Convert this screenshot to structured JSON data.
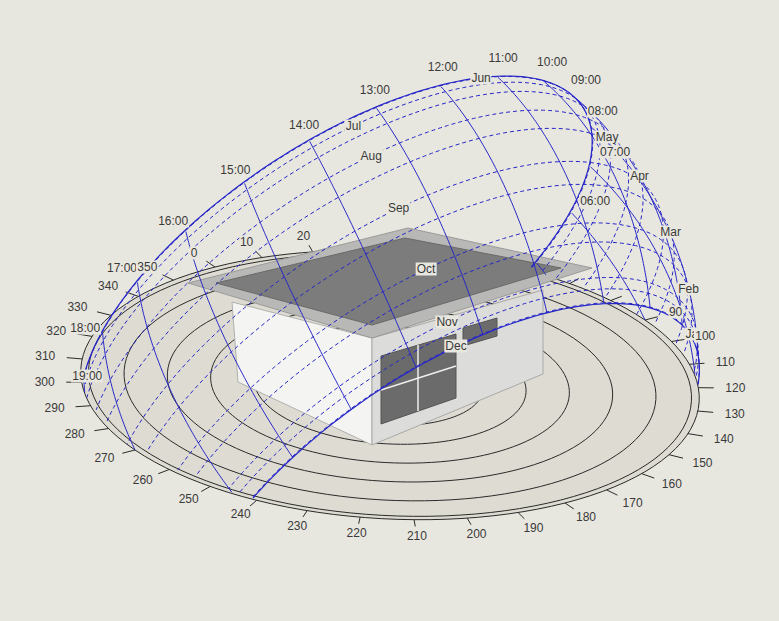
{
  "diagram": {
    "labels": [
      "06:00",
      "07:00",
      "08:00",
      "09:00",
      "10:00",
      "11:00",
      "12:00",
      "13:00",
      "14:00",
      "15:00",
      "16:00",
      "17:00",
      "18:00",
      "19:00",
      "Jan",
      "Feb",
      "Mar",
      "Apr",
      "May",
      "Jun",
      "Jul",
      "Aug",
      "Sep",
      "Oct",
      "Nov",
      "Dec",
      "0",
      "10",
      "20",
      "90",
      "100",
      "110",
      "120",
      "130",
      "140",
      "150",
      "160",
      "170",
      "180",
      "190",
      "200",
      "210",
      "220",
      "230",
      "240",
      "250",
      "260",
      "270",
      "280",
      "290",
      "300",
      "310",
      "320",
      "330",
      "340",
      "350"
    ]
  }
}
